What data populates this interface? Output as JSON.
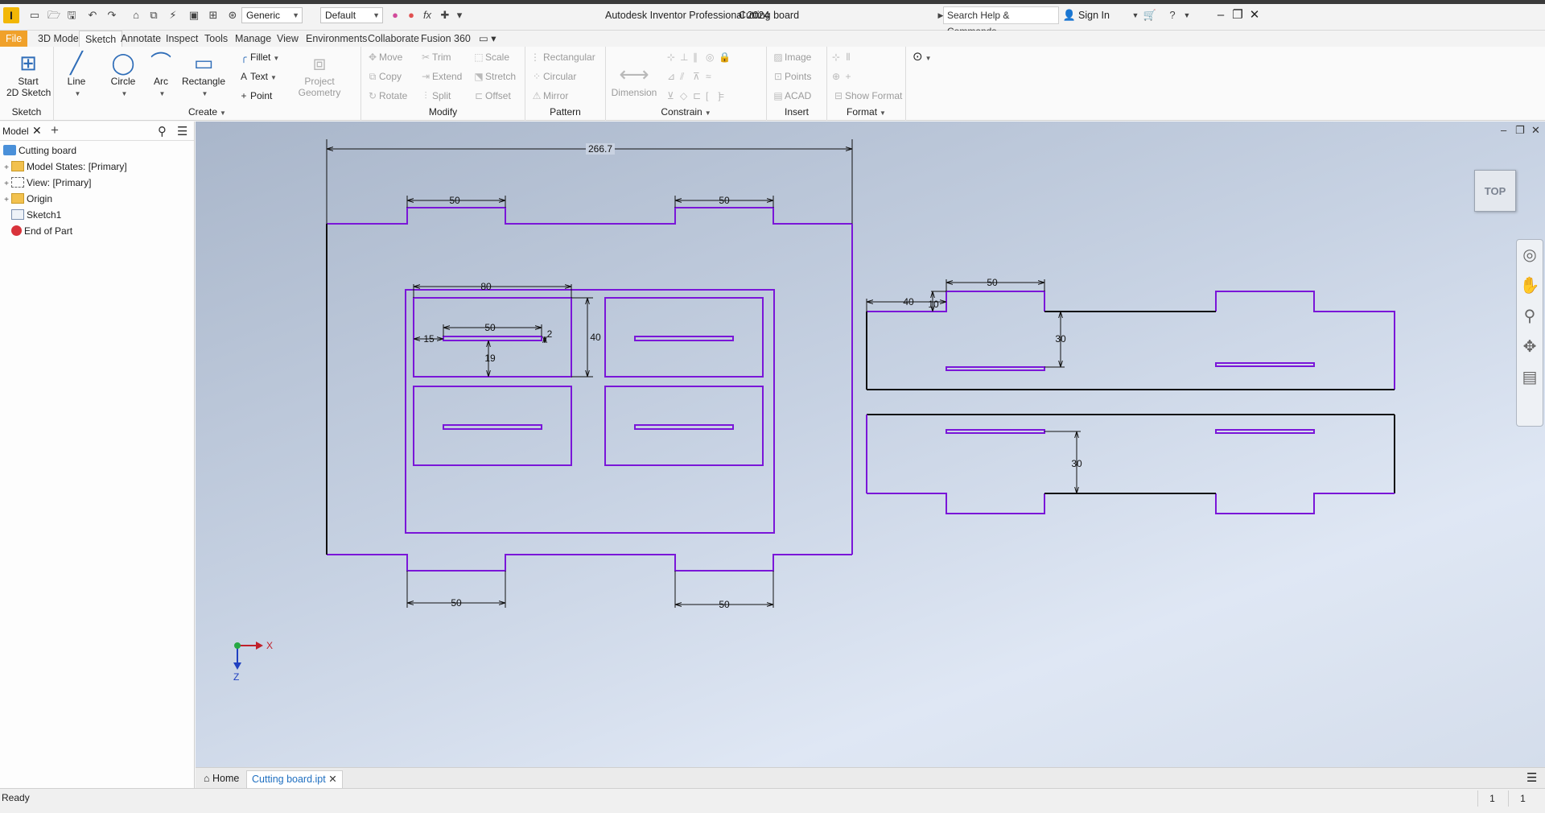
{
  "app": {
    "title": "Autodesk Inventor Professional 2024",
    "document": "Cutting board",
    "search_placeholder": "Search Help & Commands...",
    "sign_in": "Sign In",
    "logo_letter": "I"
  },
  "quick_access": {
    "appearance": "Generic",
    "material": "Default"
  },
  "ribbon_tabs": [
    "File",
    "3D Model",
    "Sketch",
    "Annotate",
    "Inspect",
    "Tools",
    "Manage",
    "View",
    "Environments",
    "Collaborate",
    "Fusion 360"
  ],
  "active_tab": "Sketch",
  "panels": {
    "sketch": {
      "title": "Sketch",
      "start": "Start",
      "start2": "2D Sketch"
    },
    "create": {
      "title": "Create",
      "line": "Line",
      "circle": "Circle",
      "arc": "Arc",
      "rectangle": "Rectangle",
      "fillet": "Fillet",
      "text": "Text",
      "point": "Point",
      "project": "Project",
      "geometry": "Geometry"
    },
    "modify": {
      "title": "Modify",
      "move": "Move",
      "trim": "Trim",
      "scale": "Scale",
      "copy": "Copy",
      "extend": "Extend",
      "stretch": "Stretch",
      "rotate": "Rotate",
      "split": "Split",
      "offset": "Offset"
    },
    "pattern": {
      "title": "Pattern",
      "rectangular": "Rectangular",
      "circular": "Circular",
      "mirror": "Mirror"
    },
    "constrain": {
      "title": "Constrain",
      "dimension": "Dimension"
    },
    "insert": {
      "title": "Insert",
      "image": "Image",
      "points": "Points",
      "acad": "ACAD"
    },
    "format": {
      "title": "Format",
      "show_format": "Show Format"
    }
  },
  "browser": {
    "tab": "Model",
    "items": [
      {
        "label": "Cutting board",
        "icon": "part-icon",
        "indent": 0,
        "expander": ""
      },
      {
        "label": "Model States: [Primary]",
        "icon": "folder-icon",
        "indent": 1,
        "expander": "+"
      },
      {
        "label": "View: [Primary]",
        "icon": "view-icon",
        "indent": 1,
        "expander": "+"
      },
      {
        "label": "Origin",
        "icon": "folder-icon",
        "indent": 1,
        "expander": "+"
      },
      {
        "label": "Sketch1",
        "icon": "sketch-icon",
        "indent": 1,
        "expander": ""
      },
      {
        "label": "End of Part",
        "icon": "end-of-part-icon",
        "indent": 1,
        "expander": ""
      }
    ]
  },
  "sketch": {
    "view_label": "TOP",
    "dimensions": {
      "overall_width": "266.7",
      "top_tab_left": "50",
      "top_tab_right": "50",
      "bottom_tab_left": "50",
      "bottom_tab_right": "50",
      "slot_cell_width": "80",
      "slot_cell_height": "40",
      "slot_length": "50",
      "slot_offset_x": "15",
      "slot_offset_y": "19",
      "slot_width": "2",
      "side_offset": "40",
      "side_tab_height": "10",
      "side_tab_width": "50",
      "side_height_top": "30",
      "side_height_bottom": "30"
    },
    "axes": {
      "x": "X",
      "z": "Z"
    },
    "colors": {
      "profile": "#7a16d8",
      "edge": "#101010"
    }
  },
  "doc_tabs": {
    "home": "Home",
    "active": "Cutting board.ipt"
  },
  "status": {
    "text": "Ready",
    "count1": "1",
    "count2": "1"
  }
}
